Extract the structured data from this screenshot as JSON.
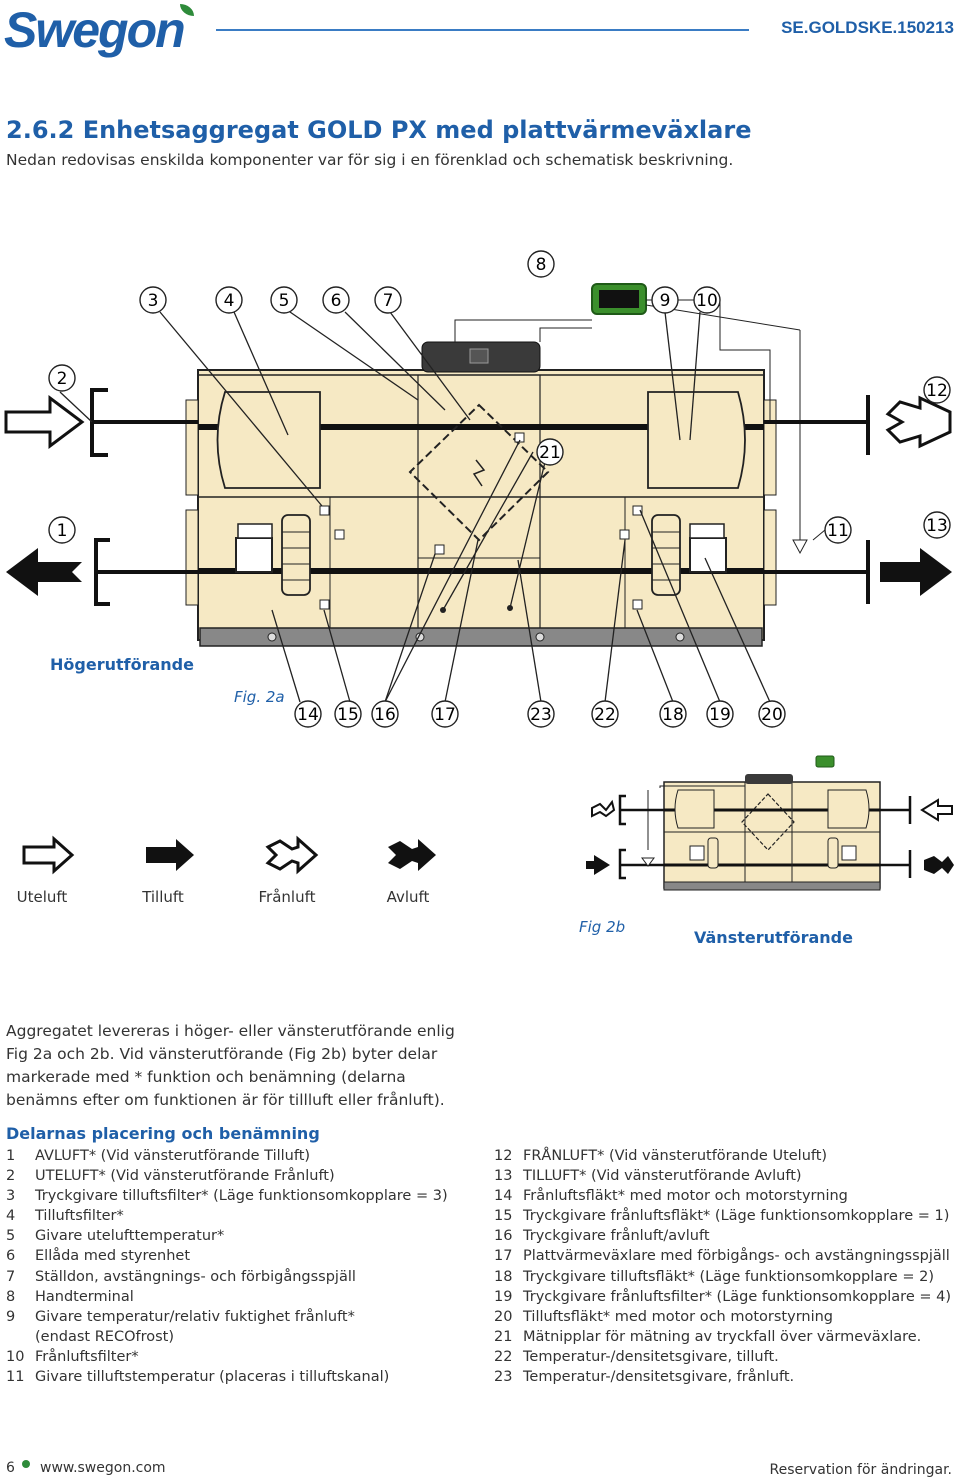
{
  "header": {
    "logo_text": "Swegon",
    "doc_id": "SE.GOLDSKE.150213"
  },
  "section": {
    "title": "2.6.2 Enhetsaggregat GOLD PX med plattvärmeväxlare",
    "intro": "Nedan redovisas enskilda komponenter var för sig i en förenklad och schematisk beskrivning."
  },
  "figure_a": {
    "callouts_top": [
      "3",
      "4",
      "5",
      "6",
      "7",
      "8",
      "9",
      "10"
    ],
    "callouts_side": [
      "2",
      "12",
      "21",
      "1",
      "11",
      "13"
    ],
    "callouts_bottom": [
      "14",
      "15",
      "16",
      "17",
      "23",
      "22",
      "18",
      "19",
      "20"
    ],
    "orientation_label": "Högerutförande",
    "caption": "Fig. 2a"
  },
  "legend": {
    "items": [
      "Uteluft",
      "Tilluft",
      "Frånluft",
      "Avluft"
    ]
  },
  "figure_b": {
    "caption": "Fig 2b",
    "orientation_label": "Vänsterutförande"
  },
  "description": "Aggregatet levereras i höger- eller vänsterutförande enlig Fig 2a och 2b. Vid vänsterutförande (Fig 2b) byter delar markerade med * funktion och benämning (delarna benämns efter om funktionen är för tillluft eller frånluft).",
  "parts": {
    "heading": "Delarnas placering och benämning",
    "left": [
      {
        "num": "1",
        "text": "AVLUFT* (Vid vänsterutförande Tilluft)"
      },
      {
        "num": "2",
        "text": "UTELUFT* (Vid vänsterutförande Frånluft)"
      },
      {
        "num": "3",
        "text": "Tryckgivare tilluftsfilter* (Läge funktionsomkopplare = 3)"
      },
      {
        "num": "4",
        "text": "Tilluftsfilter*"
      },
      {
        "num": "5",
        "text": "Givare utelufttemperatur*"
      },
      {
        "num": "6",
        "text": "Ellåda med styrenhet"
      },
      {
        "num": "7",
        "text": "Ställdon, avstängnings- och förbigångsspjäll"
      },
      {
        "num": "8",
        "text": "Handterminal"
      },
      {
        "num": "9",
        "text": "Givare temperatur/relativ fuktighet frånluft*"
      },
      {
        "num": "",
        "text": "(endast RECOfrost)"
      },
      {
        "num": "10",
        "text": "Frånluftsfilter*"
      },
      {
        "num": "11",
        "text": "Givare tilluftstemperatur (placeras i tilluftskanal)"
      }
    ],
    "right": [
      {
        "num": "12",
        "text": "FRÅNLUFT* (Vid vänsterutförande Uteluft)"
      },
      {
        "num": "13",
        "text": "TILLUFT* (Vid vänsterutförande Avluft)"
      },
      {
        "num": "14",
        "text": "Frånluftsfläkt* med motor och motorstyrning"
      },
      {
        "num": "15",
        "text": "Tryckgivare frånluftsfläkt* (Läge funktionsomkopplare = 1)"
      },
      {
        "num": "16",
        "text": "Tryckgivare frånluft/avluft"
      },
      {
        "num": "17",
        "text": "Plattvärmeväxlare med förbigångs- och avstängningsspjäll"
      },
      {
        "num": "18",
        "text": "Tryckgivare tilluftsfläkt* (Läge funktionsomkopplare = 2)"
      },
      {
        "num": "19",
        "text": "Tryckgivare frånluftsfilter* (Läge funktionsomkopplare = 4)"
      },
      {
        "num": "20",
        "text": "Tilluftsfläkt* med motor och motorstyrning"
      },
      {
        "num": "21",
        "text": "Mätnipplar för mätning av tryckfall över värmeväxlare."
      },
      {
        "num": "22",
        "text": "Temperatur-/densitetsgivare, tilluft."
      },
      {
        "num": "23",
        "text": "Temperatur-/densitetsgivare, frånluft."
      }
    ]
  },
  "footer": {
    "page": "6",
    "url": "www.swegon.com",
    "note": "Reservation för ändringar."
  },
  "colors": {
    "brand_blue": "#1f5fa8",
    "unit_fill": "#f6e9c4",
    "brand_green": "#2e8b3a"
  }
}
